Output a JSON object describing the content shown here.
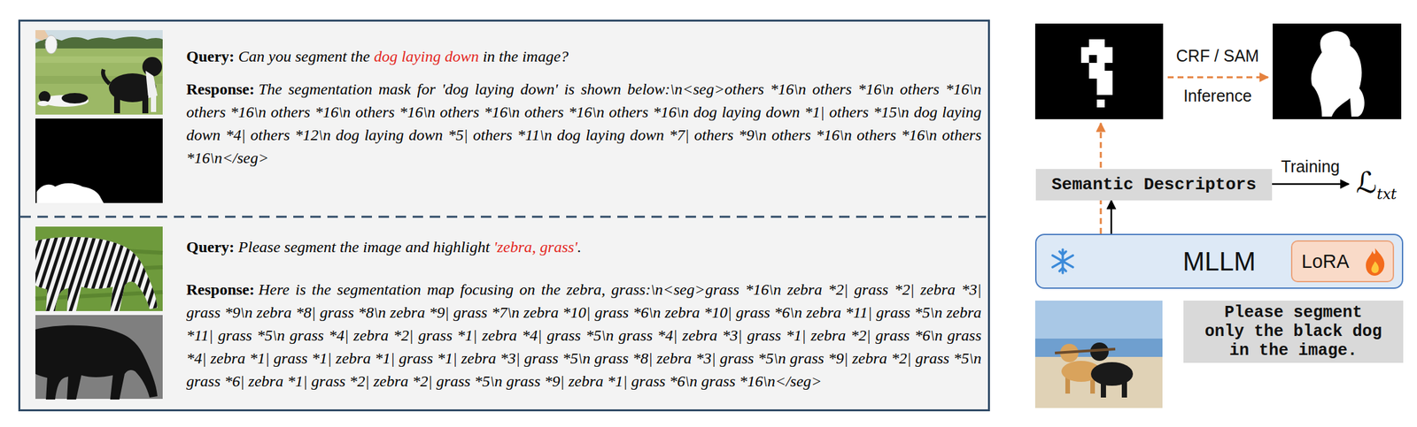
{
  "diagram": {
    "nodes": [
      {
        "text": [
          "Query:",
          "Can you segment the",
          "dog laying down",
          "in the image?",
          "Response:",
          "The segmentation mask for 'dog laying down' is shown below:\\n<seg>others *16\\n others *16\\n others *16\\n others *16\\n others *16\\n others *16\\n others *16\\n others *16\\n others *16\\n dog laying down *1| others *15\\n dog laying down *4| others *12\\n dog laying down *5| others *11\\n dog laying down *7| others *9\\n others *16\\n others *16\\n others *16\\n</seg>",
          "Query:",
          "Please segment the image and highlight",
          "'zebra, grass'",
          ".",
          "Response:",
          "Here is the segmentation map focusing on the zebra, grass:\\n<seg>grass *16\\n zebra *2| grass *2| zebra *3| grass *9\\n zebra *8| grass *8\\n zebra *9| grass *7\\n zebra *10| grass *6\\n zebra *10| grass *6\\n zebra *11| grass *5\\n zebra *11| grass *5\\n grass *4| zebra *2| grass *1| zebra *4| grass *5\\n grass *4| zebra *3| grass *1| zebra *2| grass *6\\n grass *4| zebra *1| grass *1| zebra *1| grass *1| zebra *3| grass *5\\n grass *8| zebra *3| grass *5\\n grass *9| zebra *2| grass *5\\n grass *6| zebra *1| grass *2| zebra *2| grass *5\\n grass *9| zebra *1| grass *6\\n grass *16\\n</seg>"
        ]
      },
      {
        "text": [
          "Semantic Descriptors"
        ]
      },
      {
        "text": [
          "ℒ",
          "txt"
        ]
      },
      {
        "text": [
          "MLLM"
        ]
      },
      {
        "text": [
          "LoRA"
        ],
        "in": 3
      },
      {
        "text": [
          "Please segment only the black dog in the image."
        ]
      }
    ],
    "edges": [
      {
        "from": 3,
        "to": 1,
        "arrow": "to"
      },
      {
        "from": 3,
        "to": 1,
        "arrow": "none"
      },
      {
        "from": 1,
        "to": 2,
        "arrow": "to",
        "label": "Training"
      }
    ],
    "labels": [
      "CRF / SAM",
      "Inference"
    ]
  }
}
